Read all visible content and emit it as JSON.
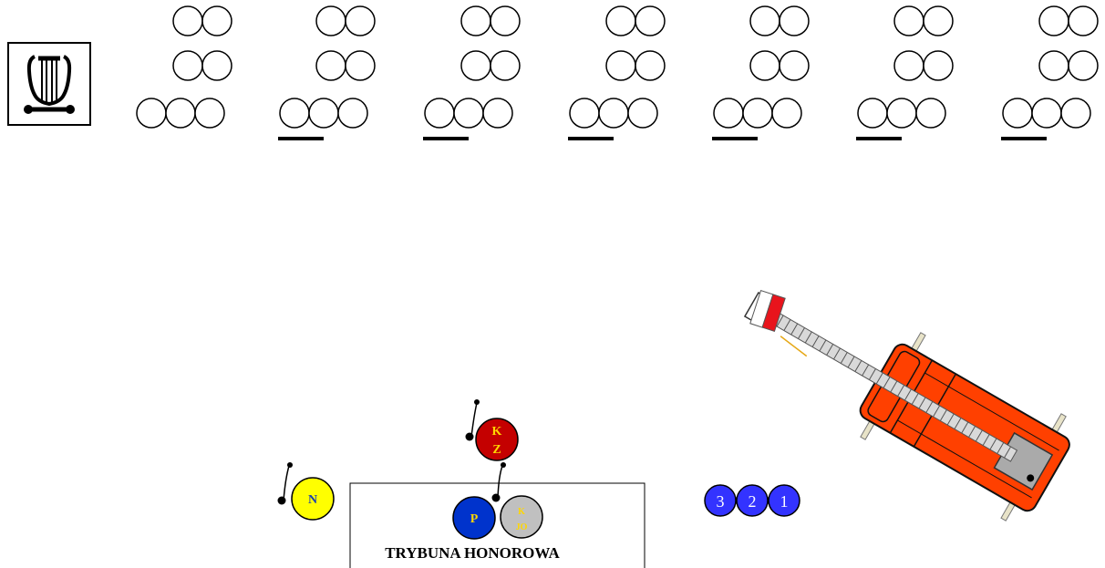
{
  "tribune": {
    "label": "TRYBUNA HONOROWA"
  },
  "people": {
    "kz": {
      "line1": "K",
      "line2": "Z",
      "fill": "#c40000",
      "text_color": "#ffd700"
    },
    "n": {
      "label": "N",
      "fill": "#ffff00",
      "text_color": "#1a3fb0"
    },
    "p": {
      "label": "P",
      "fill": "#0033cc",
      "text_color": "#ffd700"
    },
    "kjo": {
      "line1": "K",
      "line2": "JO",
      "fill": "#c0c0c0",
      "text_color": "#ffd700"
    }
  },
  "numbered": [
    {
      "label": "3"
    },
    {
      "label": "2"
    },
    {
      "label": "1"
    }
  ],
  "colors": {
    "numbered_fill": "#3333ff",
    "truck_body": "#ff4000",
    "flag_red": "#e8141c",
    "outline": "#000000"
  },
  "band": {
    "icon": "lyre-icon",
    "rows": 7
  },
  "vehicle": {
    "icon": "fire-truck-icon"
  },
  "flag": {
    "icon": "polish-flag-icon"
  }
}
